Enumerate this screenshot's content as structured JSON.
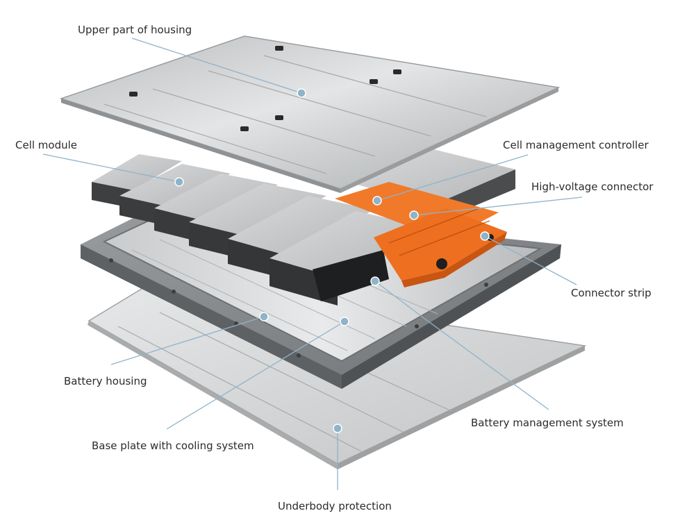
{
  "labels": {
    "upper_housing": "Upper part of housing",
    "cell_module": "Cell module",
    "cell_management_controller": "Cell management controller",
    "high_voltage_connector": "High-voltage connector",
    "connector_strip": "Connector strip",
    "battery_housing": "Battery housing",
    "base_plate": "Base plate with cooling system",
    "battery_management_system": "Battery management system",
    "underbody_protection": "Underbody protection"
  },
  "colors": {
    "leader_line": "#8fb3c9",
    "marker": "#8fb3c9",
    "orange_component": "#f07a2a",
    "aluminum": "#c4c6c7",
    "housing_gray": "#8a8d90"
  }
}
